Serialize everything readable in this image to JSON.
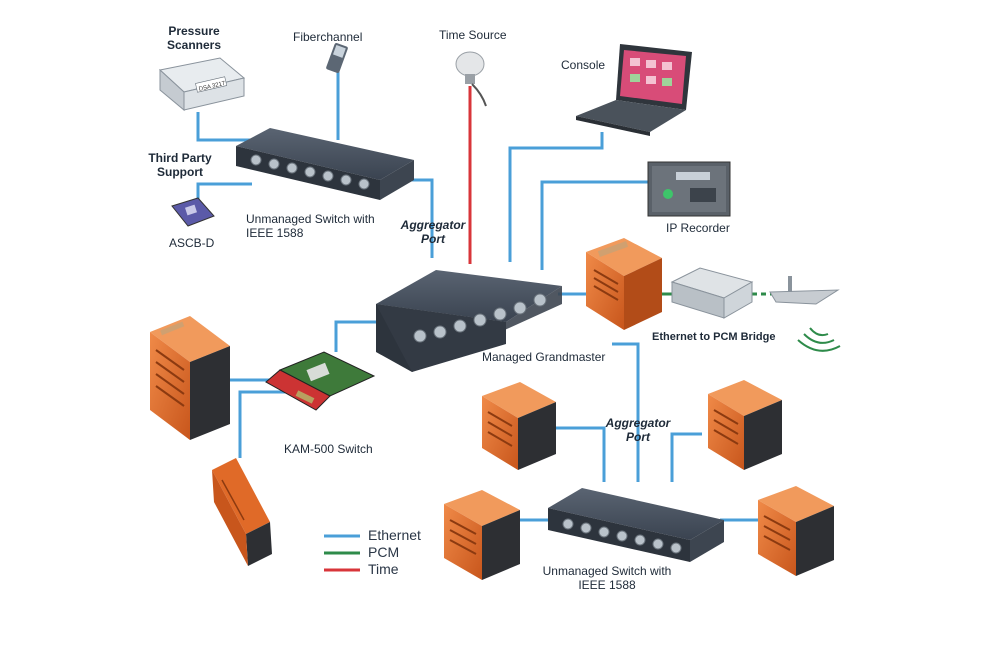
{
  "labels": {
    "pressure_scanners": "Pressure\nScanners",
    "fiberchannel": "Fiberchannel",
    "time_source": "Time Source",
    "console": "Console",
    "third_party_support": "Third Party\nSupport",
    "ascb_d": "ASCB-D",
    "unmanaged_switch_top": "Unmanaged Switch with\nIEEE 1588",
    "aggregator_port_top": "Aggregator\nPort",
    "ip_recorder": "IP Recorder",
    "ethernet_pcm_bridge": "Ethernet to PCM Bridge",
    "managed_grandmaster": "Managed Grandmaster",
    "kam500_switch": "KAM-500 Switch",
    "aggregator_port_bottom": "Aggregator\nPort",
    "unmanaged_switch_bottom": "Unmanaged Switch with\nIEEE 1588",
    "scanner_device_text": "DSA 3217"
  },
  "legend": [
    {
      "label": "Ethernet",
      "color": "#4a9fd8"
    },
    {
      "label": "PCM",
      "color": "#2e8b4a"
    },
    {
      "label": "Time",
      "color": "#d8353a"
    }
  ],
  "colors": {
    "ethernet": "#4a9fd8",
    "pcm": "#2e8b4a",
    "time": "#d8353a",
    "switch_body": "#3a4350",
    "daq_orange": "#e06a28"
  }
}
